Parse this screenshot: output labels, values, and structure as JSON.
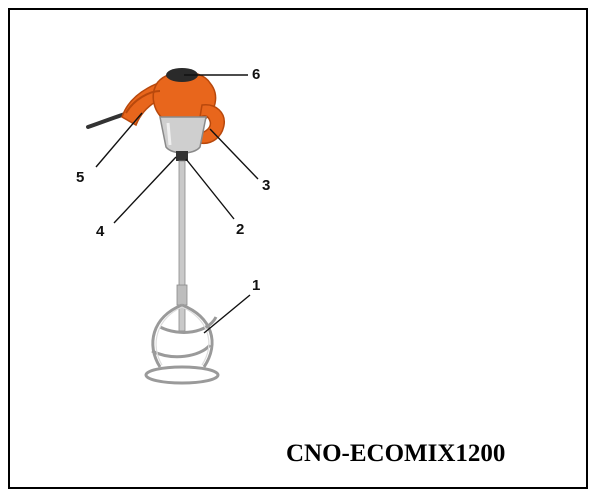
{
  "callouts": {
    "c1": "1",
    "c2": "2",
    "c3": "3",
    "c4": "4",
    "c5": "5",
    "c6": "6"
  },
  "model_name": "CNO-ECOMIX1200",
  "colors": {
    "body": "#e8661c",
    "body_dark": "#b8480c",
    "metal": "#c9c9c9",
    "metal_dark": "#8a8a8a",
    "black": "#222222"
  }
}
